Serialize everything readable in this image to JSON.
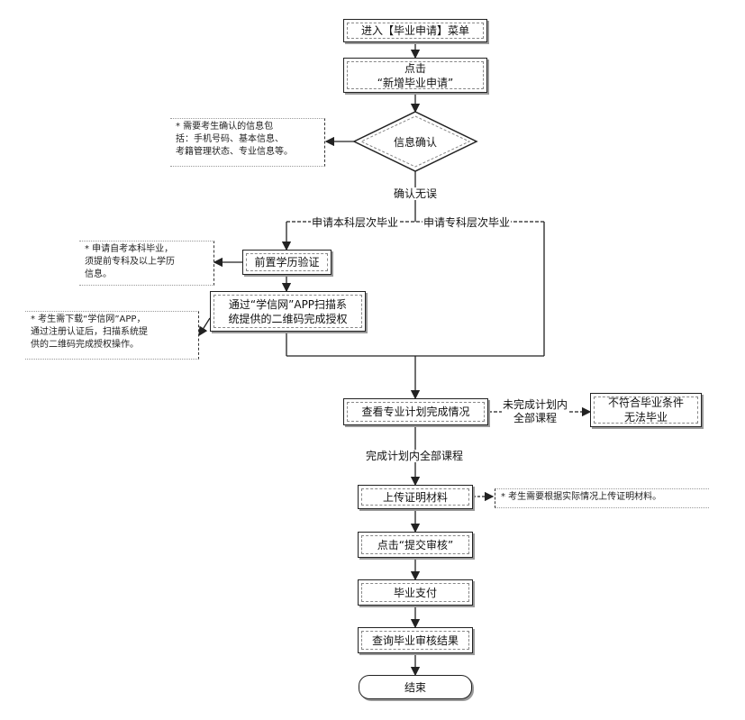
{
  "steps": {
    "enter_menu": "进入【毕业申请】菜单",
    "click_new_1": "点击",
    "click_new_2": "“新增毕业申请”",
    "info_confirm": "信息确认",
    "pre_degree": "前置学历验证",
    "xuexin_1": "通过“学信网”APP扫描系",
    "xuexin_2": "统提供的二维码完成授权",
    "check_plan": "查看专业计划完成情况",
    "not_qualified_1": "不符合毕业条件",
    "not_qualified_2": "无法毕业",
    "upload": "上传证明材料",
    "submit": "点击“提交审核”",
    "pay": "毕业支付",
    "query": "查询毕业审核结果",
    "end": "结束"
  },
  "edges": {
    "confirm_ok": "确认无误",
    "undergrad": "申请本科层次毕业",
    "junior": "申请专科层次毕业",
    "not_done_1": "未完成计划内",
    "not_done_2": "全部课程",
    "done": "完成计划内全部课程"
  },
  "notes": {
    "info_note_1": "* 需要考生确认的信息包",
    "info_note_2": "括：手机号码、基本信息、",
    "info_note_3": "考籍管理状态、专业信息等。",
    "pre_note_1": "* 申请自考本科毕业，",
    "pre_note_2": "须提前专科及以上学历",
    "pre_note_3": "信息。",
    "xx_note_1": "* 考生需下载“学信网”APP，",
    "xx_note_2": "通过注册认证后，扫描系统提",
    "xx_note_3": "供的二维码完成授权操作。",
    "upload_note": "* 考生需要根据实际情况上传证明材料。"
  }
}
